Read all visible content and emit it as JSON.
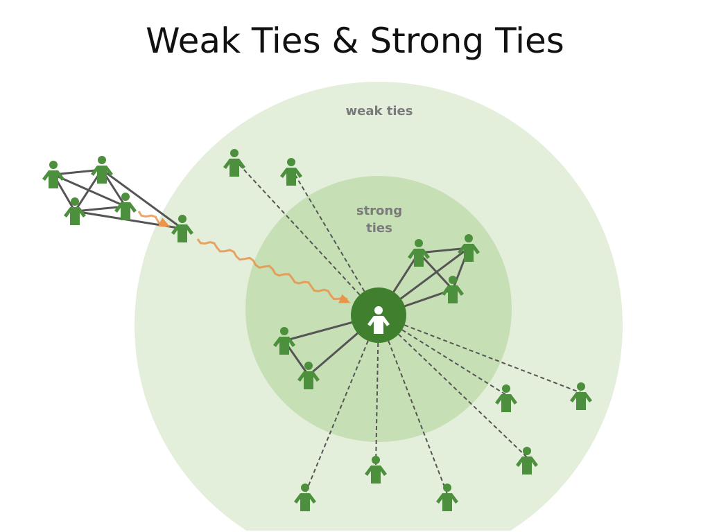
{
  "title": "Weak Ties & Strong Ties",
  "labels": {
    "weak": "weak ties",
    "strong_line1": "strong",
    "strong_line2": "ties"
  },
  "colors": {
    "outer_circle": "#e3eedb",
    "inner_circle": "#c6dfb5",
    "person": "#4c8f3c",
    "center_node": "#3f7f2e",
    "tie_line": "#555555",
    "arrow": "#e8944a"
  }
}
